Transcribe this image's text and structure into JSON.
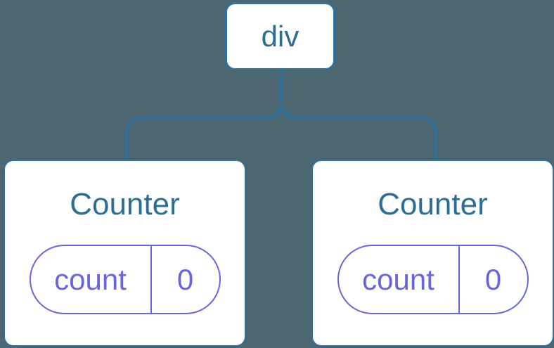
{
  "colors": {
    "background": "#4d6772",
    "line": "#2e719e",
    "node_text": "#2f6e93",
    "state": "#6965db",
    "card_bg": "#ffffff"
  },
  "tree": {
    "root": {
      "label": "div"
    },
    "children": [
      {
        "title": "Counter",
        "state": [
          {
            "key": "count",
            "value": "0"
          }
        ]
      },
      {
        "title": "Counter",
        "state": [
          {
            "key": "count",
            "value": "0"
          }
        ]
      }
    ]
  }
}
